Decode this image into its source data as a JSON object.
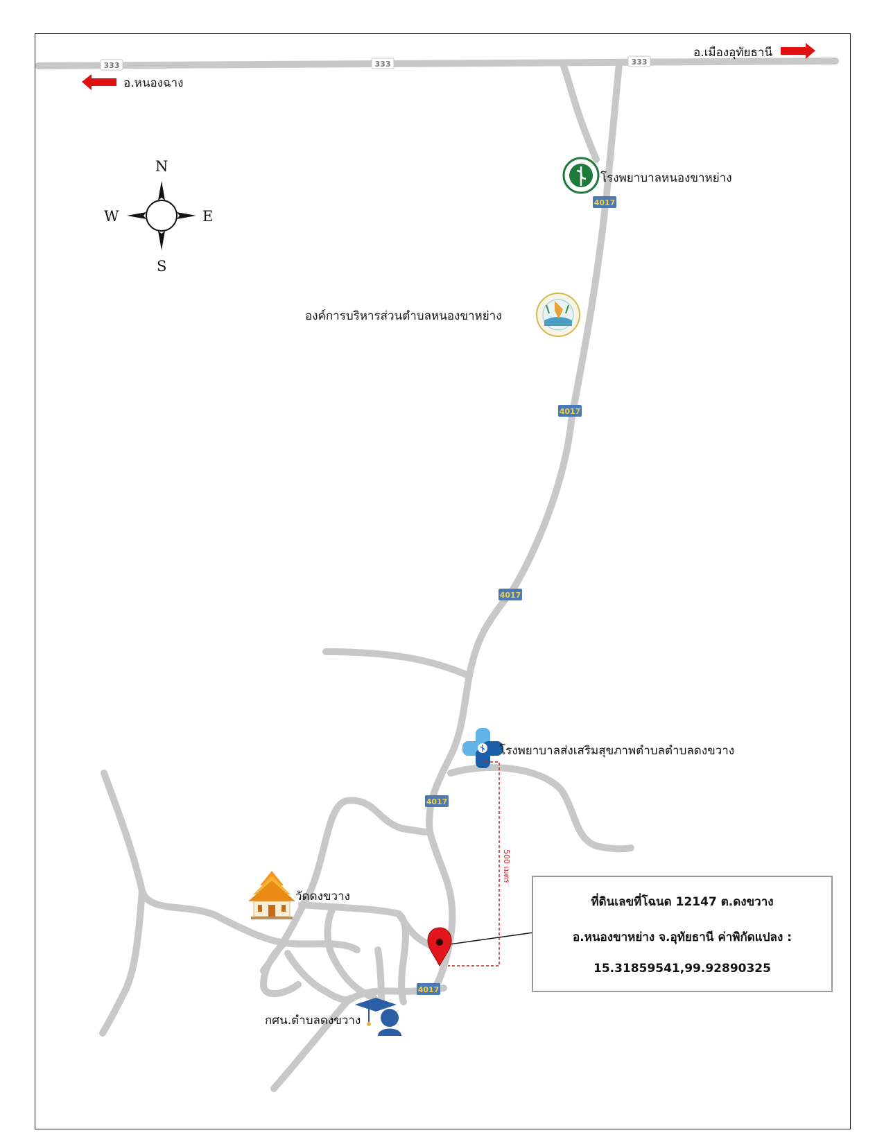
{
  "directions": {
    "west": "อ.หนองฉาง",
    "east": "อ.เมืองอุทัยธานี"
  },
  "compass": {
    "n": "N",
    "s": "S",
    "e": "E",
    "w": "W"
  },
  "route_shields": {
    "r333": "333",
    "r4017": "4017"
  },
  "places": {
    "hospital": "โรงพยาบาลหนองขาหย่าง",
    "sao": "องค์การบริหารส่วนตำบลหนองขาหย่าง",
    "health_center": "โรงพยาบาลส่งเสริมสุขภาพตำบลตำบลดงขวาง",
    "temple": "วัดดงขวาง",
    "school": "กศน.ตำบลดงขวาง"
  },
  "distance_label": "500 เมตร",
  "info": {
    "line1": "ที่ดินเลขที่โฉนด 12147 ต.ดงขวาง",
    "line2": "อ.หนองขาหย่าง จ.อุทัยธานี ค่าพิกัดแปลง :",
    "line3": "15.31859541,99.92890325"
  },
  "colors": {
    "road": "#c8c8c8",
    "shield_4017": "#4a79b8",
    "shield_text_4017": "#f2d03b",
    "arrow": "#e01010",
    "pin": "#e0161c",
    "distance_line": "#d11a1a",
    "moph_green": "#1d7a3a",
    "health_blue": "#2a6cc2"
  }
}
